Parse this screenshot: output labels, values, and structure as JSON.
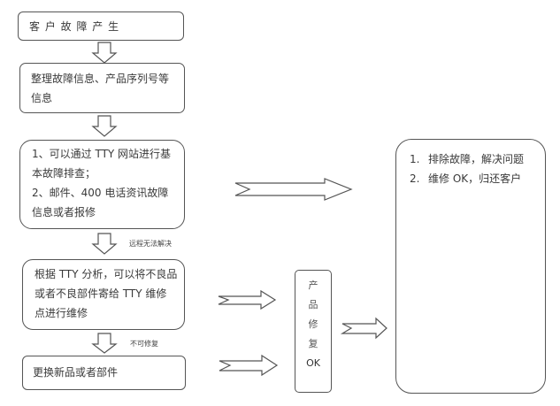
{
  "flowchart": {
    "steps": {
      "fault_occurs": "客 户 故 障 产 生",
      "collect_info": {
        "line1": "整理故障信息、产品序列号等",
        "line2": "信息"
      },
      "remote_support": {
        "line1": "1、可以通过 TTY 网站进行基",
        "line2": "本故障排查；",
        "line3": "2、邮件、400 电话资讯故障",
        "line4": "信息或者报修"
      },
      "send_repair": {
        "line1": "根据 TTY 分析，可以将不良品",
        "line2": "或者不良部件寄给 TTY 维修",
        "line3": "点进行维修"
      },
      "replace": "更换新品或者部件",
      "repair_ok": [
        "产",
        "品",
        "修",
        "复",
        "OK"
      ],
      "result": {
        "item1_num": "1.",
        "item1_text": "排除故障，解决问题",
        "item2_num": "2.",
        "item2_text": "维修 OK，归还客户"
      }
    },
    "edge_labels": {
      "remote_fail": "远程无法解决",
      "unrepairable": "不可修复"
    }
  },
  "colors": {
    "stroke": "#555555",
    "text": "#3a3a3a",
    "background": "#ffffff"
  }
}
